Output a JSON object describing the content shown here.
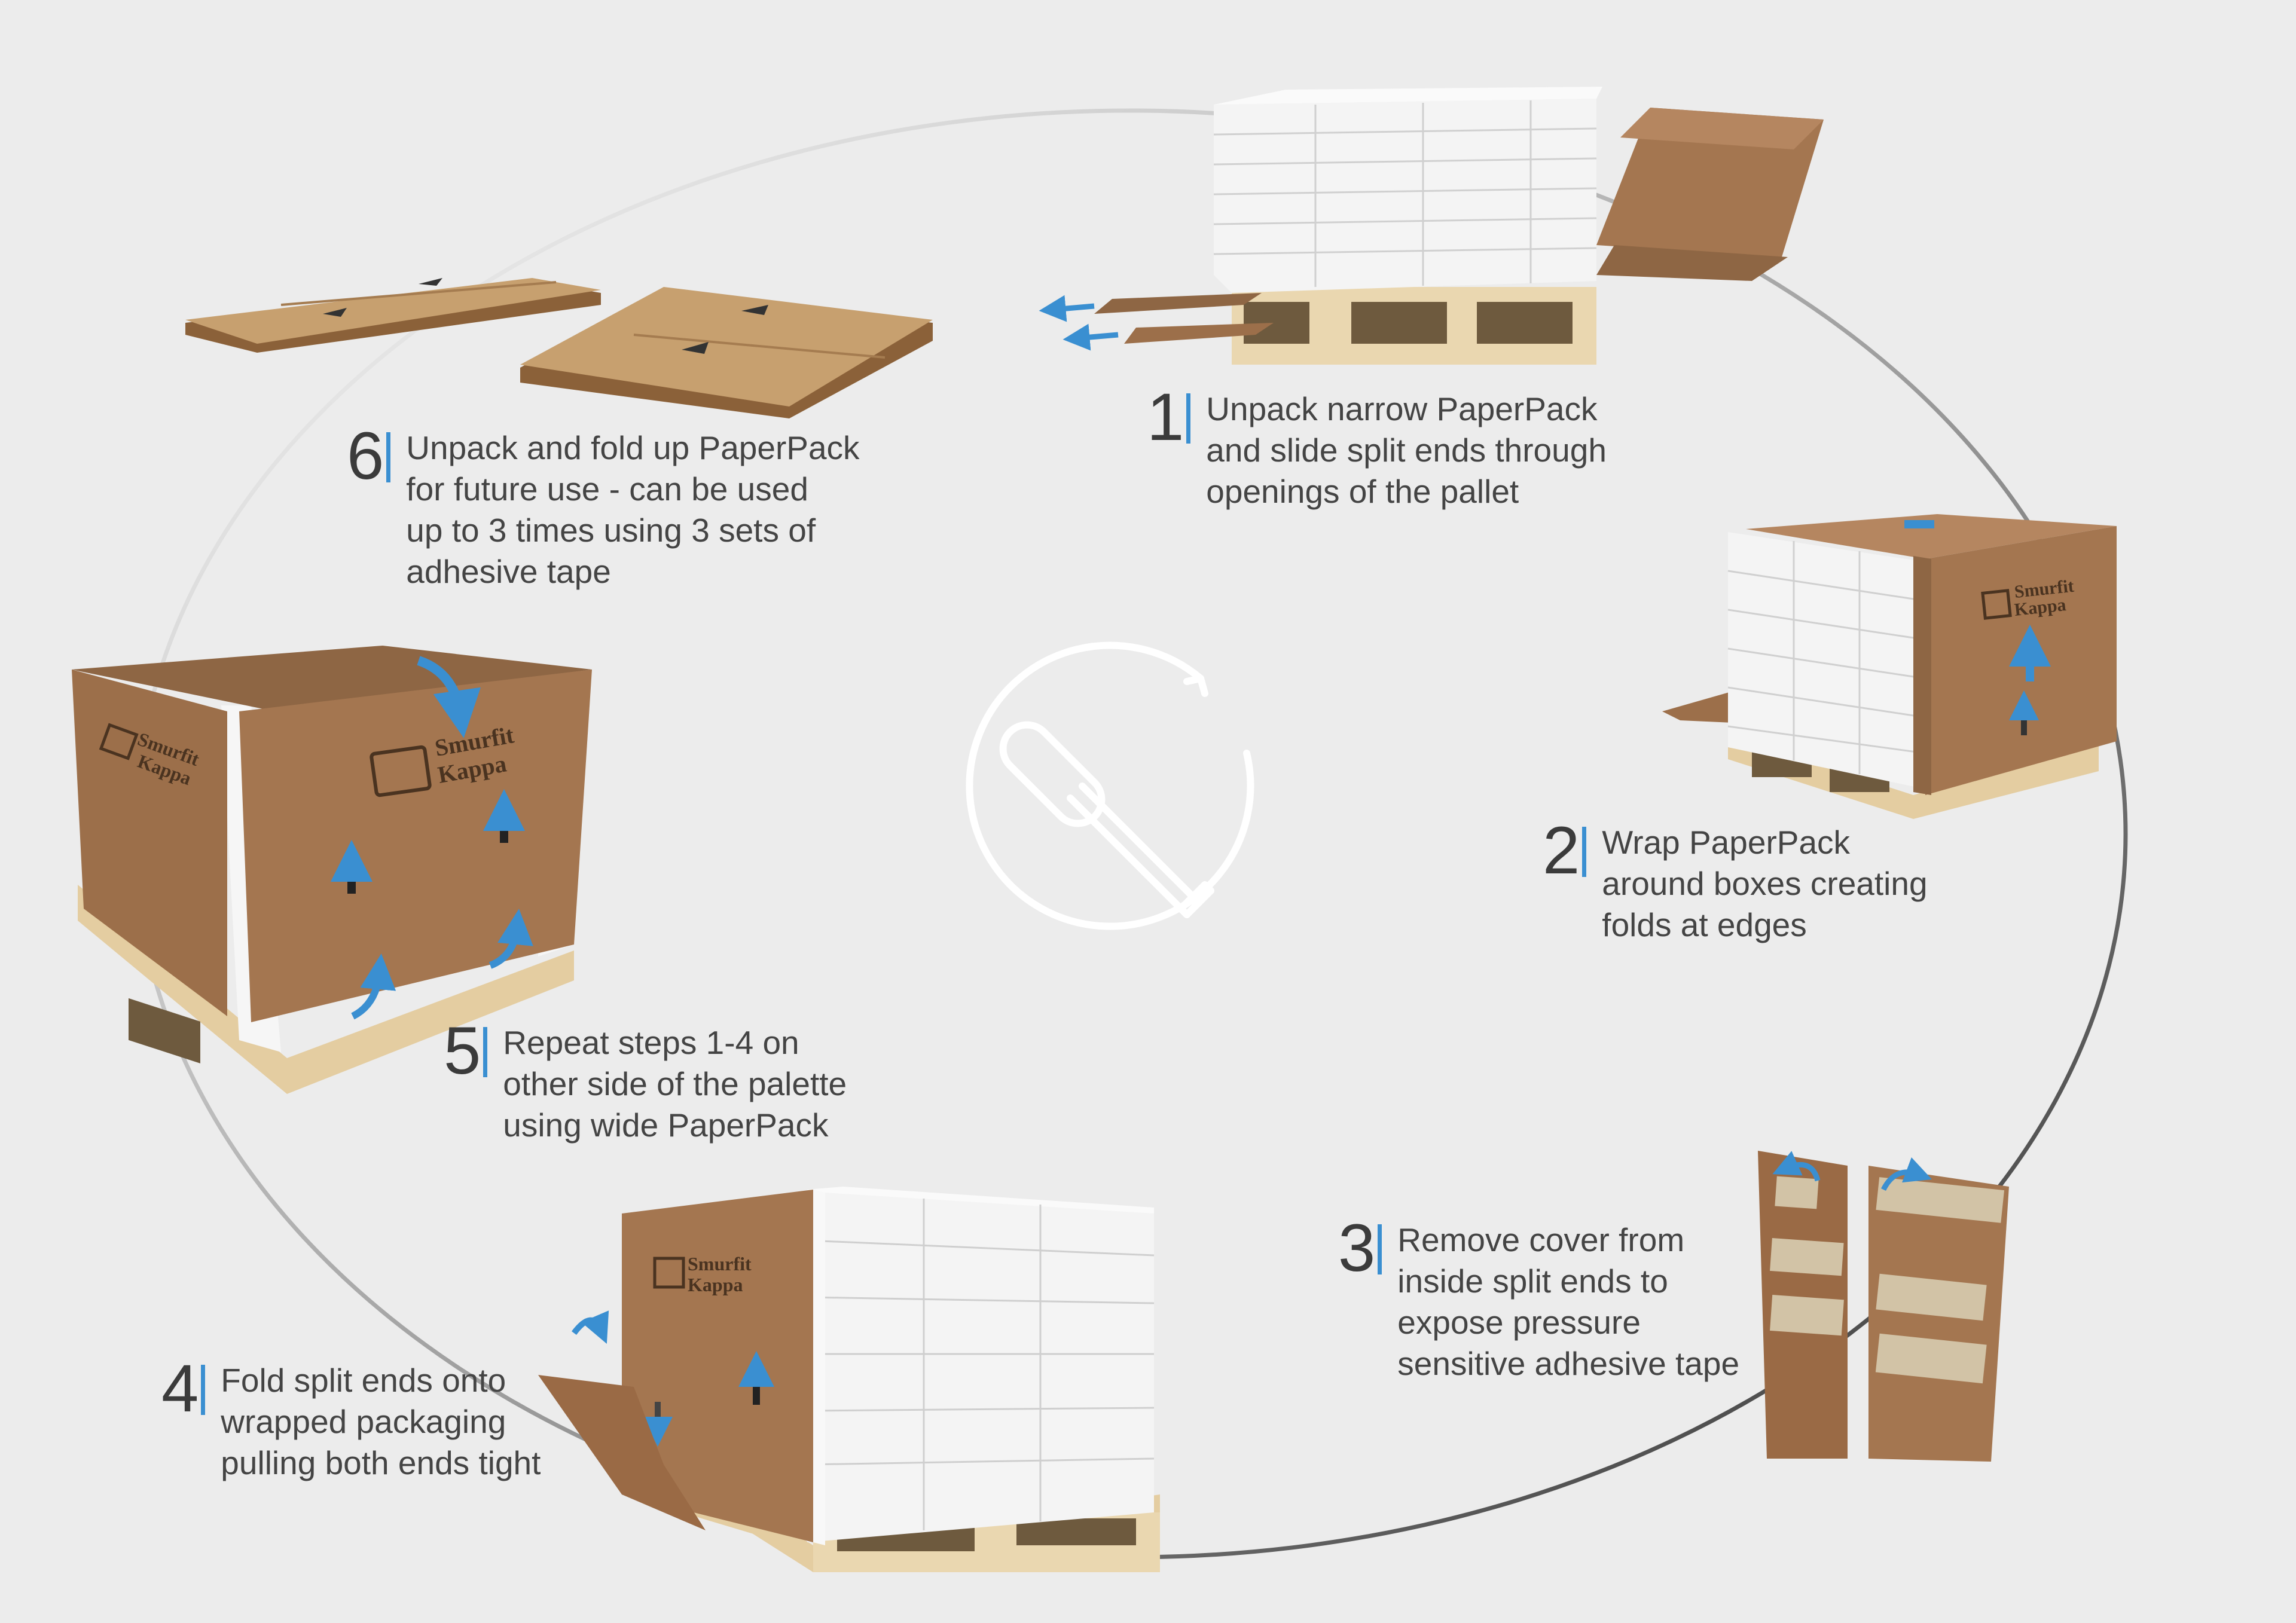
{
  "brand": {
    "logo_line1": "Smurfit",
    "logo_line2": "Kappa"
  },
  "center_icon": "screwdriver-cycle-icon",
  "colors": {
    "background": "#ececec",
    "accent_bar": "#3a8fd1",
    "arrow_blue": "#3a8fd1",
    "cardboard": "#a47650",
    "cardboard_dark": "#7e5638",
    "pallet_wood": "#e4cda1",
    "boxes": "#f4f4f4",
    "cycle_line": "#8a8a8a"
  },
  "steps": [
    {
      "number": "1",
      "lines": [
        "Unpack narrow PaperPack",
        "and slide split ends through",
        "openings of the pallet"
      ]
    },
    {
      "number": "2",
      "lines": [
        "Wrap PaperPack",
        "around boxes creating",
        "folds at edges"
      ]
    },
    {
      "number": "3",
      "lines": [
        "Remove cover from",
        "inside split ends to",
        "expose pressure",
        "sensitive adhesive tape"
      ]
    },
    {
      "number": "4",
      "lines": [
        "Fold split ends onto",
        "wrapped packaging",
        "pulling both ends tight"
      ]
    },
    {
      "number": "5",
      "lines": [
        "Repeat steps 1-4 on",
        "other side of the palette",
        "using wide PaperPack"
      ]
    },
    {
      "number": "6",
      "lines": [
        "Unpack and fold up PaperPack",
        "for future use - can be used",
        "up to 3 times using 3 sets of",
        "adhesive tape"
      ]
    }
  ]
}
